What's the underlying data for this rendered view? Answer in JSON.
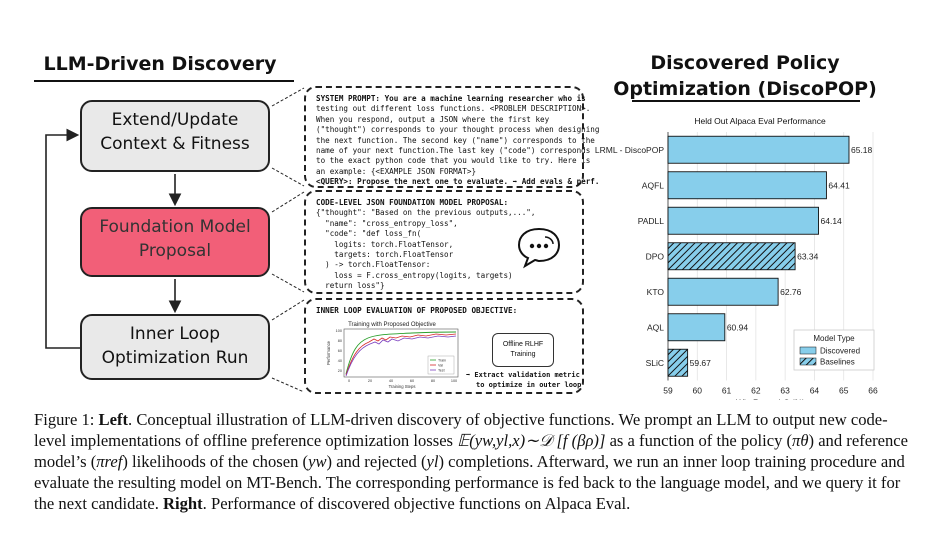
{
  "left": {
    "title": "LLM-Driven Discovery",
    "boxes": {
      "extend": [
        "Extend/Update",
        "Context & Fitness"
      ],
      "foundation": [
        "Foundation Model",
        "Proposal"
      ],
      "inner": [
        "Inner Loop",
        "Optimization Run"
      ]
    }
  },
  "prompts": {
    "system": {
      "lines": [
        "SYSTEM PROMPT: You are a machine learning researcher who is",
        "testing out different loss functions. <PROBLEM DESCRIPTION>.",
        "When you respond, output a JSON where the first key",
        "(\"thought\") corresponds to your thought process when designing",
        "the next function. The second key (\"name\") corresponds to the",
        "name of your next function.The last key (\"code\") corresponds",
        "to the exact python code that you would like to try. Here is",
        "an example: {<EXAMPLE JSON FORMAT>}",
        "<QUERY>: Propose the next one to evaluate. ➡ Add evals & perf."
      ]
    },
    "code": {
      "lines": [
        "CODE-LEVEL JSON FOUNDATION MODEL PROPOSAL:",
        "{\"thought\": \"Based on the previous outputs,...\",",
        "  \"name\": \"cross_entropy_loss\",",
        "  \"code\": \"def loss_fn(",
        "    logits: torch.FloatTensor,",
        "    targets: torch.FloatTensor",
        "  ) -> torch.FloatTensor:",
        "    loss = F.cross_entropy(logits, targets)",
        "  return loss\"}"
      ]
    },
    "inner": {
      "title": "INNER LOOP EVALUATION OF PROPOSED OBJECTIVE:",
      "plot_title": "Training with Proposed Objective",
      "plot_xlabel": "Training Steps",
      "plot_ylabel": "Performance",
      "legend": [
        "Train",
        "Val",
        "Test"
      ],
      "yticks": [
        "100",
        "80",
        "60",
        "40",
        "20"
      ],
      "xticks": [
        "0",
        "20",
        "40",
        "60",
        "80",
        "100"
      ],
      "offline": [
        "Offline RLHF",
        "Training"
      ],
      "extract": [
        "➡ Extract validation metric",
        "to optimize in outer loop"
      ]
    }
  },
  "right": {
    "title_line1": "Discovered Policy",
    "title_line2": "Optimization (DiscoPOP)"
  },
  "chart_data": {
    "type": "bar",
    "orientation": "horizontal",
    "title": "Held Out Alpaca Eval Performance",
    "xlabel": "Win Rate - LC (%)",
    "ylabel": "",
    "xlim": [
      59,
      66
    ],
    "xticks": [
      "59",
      "60",
      "61",
      "62",
      "63",
      "64",
      "65",
      "66"
    ],
    "categories": [
      "LRML - DiscoPOP",
      "AQFL",
      "PADLL",
      "DPO",
      "KTO",
      "AQL",
      "SLiC"
    ],
    "values": [
      65.18,
      64.41,
      64.14,
      63.34,
      62.76,
      60.94,
      59.67
    ],
    "value_labels": [
      "65.18",
      "64.41",
      "64.14",
      "63.34",
      "62.76",
      "60.94",
      "59.67"
    ],
    "types": [
      "Discovered",
      "Discovered",
      "Discovered",
      "Baselines",
      "Discovered",
      "Discovered",
      "Baselines"
    ],
    "legend": {
      "title": "Model Type",
      "entries": [
        "Discovered",
        "Baselines"
      ],
      "placement": "bottom-right"
    },
    "colors": {
      "Discovered": "#87ceeb",
      "Baselines": "#87ceeb"
    },
    "grid": true
  },
  "caption": {
    "fig_label": "Figure 1:",
    "left_bold": "Left",
    "text1": ". Conceptual illustration of LLM-driven discovery of objective functions. We prompt an LLM to output new code-level implementations of offline preference optimization losses ",
    "math1": "𝔼(yw,yl,x)∼𝒟 [f (βρ)]",
    "text2": " as a function of the policy (",
    "math2": "πθ",
    "text3": ") and reference model’s (",
    "math3": "πref",
    "text4": ") likelihoods of the chosen (",
    "math4": "yw",
    "text5": ") and rejected (",
    "math5": "yl",
    "text6": ") completions. Afterward, we run an inner loop training procedure and evaluate the resulting model on MT-Bench. The corresponding performance is fed back to the language model, and we query it for the next candidate. ",
    "right_bold": "Right",
    "text7": ". Performance of discovered objective functions on Alpaca Eval."
  }
}
